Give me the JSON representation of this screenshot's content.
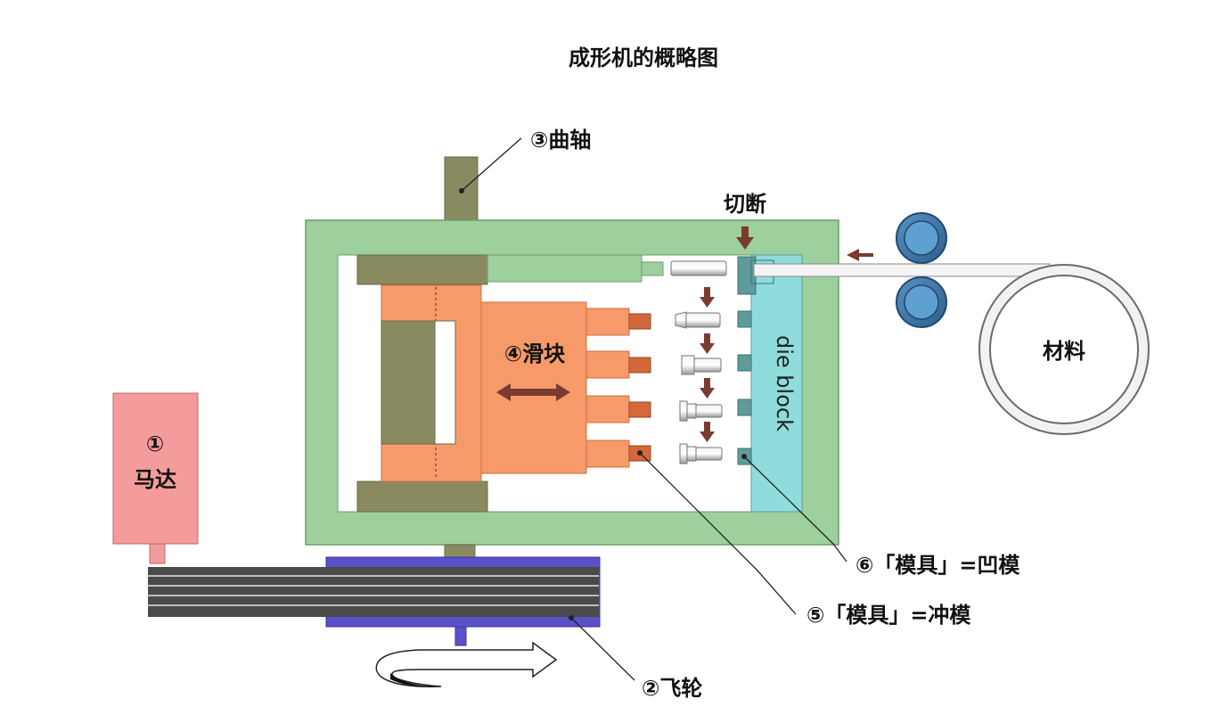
{
  "title": "成形机的概略图",
  "labels": {
    "motor_num": "①",
    "motor": "马达",
    "flywheel": "②飞轮",
    "crankshaft": "③曲轴",
    "slide": "④滑块",
    "punch_die": "⑤「模具」=冲模",
    "concave_die": "⑥「模具」=凹模",
    "cutoff": "切断",
    "die_block": "die block",
    "material": "材料"
  },
  "colors": {
    "frame": "#9dd09c",
    "frame_stroke": "#6f9a6f",
    "olive": "#8a8a60",
    "orange": "#f79a6a",
    "orange_dark": "#d4683a",
    "motor": "#f49c9c",
    "flywheel": "#5a50c8",
    "belt": "#4a4a4a",
    "die_block": "#8fdcdc",
    "die_insert": "#5e9c9c",
    "arrow_brown": "#7a3b30",
    "roller": "#3a74a8"
  },
  "icons": [
    "double-arrow-icon",
    "down-arrow-icon",
    "rotation-arrow-icon",
    "feed-arrow-icon"
  ]
}
